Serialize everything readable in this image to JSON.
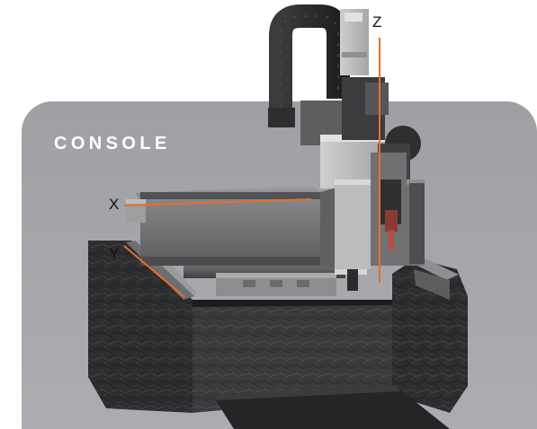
{
  "panel": {
    "title": "CONSOLE",
    "background_color": "#a5a6a9"
  },
  "axes": {
    "x_label": "X",
    "y_label": "Y",
    "z_label": "Z",
    "leader_color": "#e8702a"
  }
}
